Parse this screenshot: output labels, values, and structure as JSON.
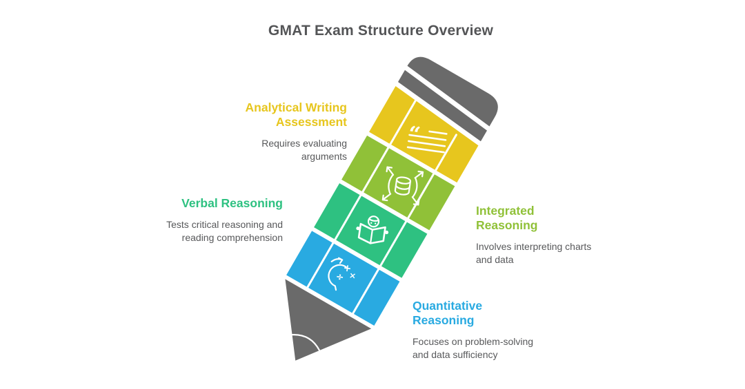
{
  "title": "GMAT Exam Structure Overview",
  "palette": {
    "awa_yellow": "#e7c61e",
    "ir_green": "#90c138",
    "verbal_green": "#2ec181",
    "qr_blue": "#29aae1",
    "pencil_gray": "#6a6a6a",
    "title_text": "#545557",
    "body_text": "#57585a",
    "background": "#ffffff"
  },
  "sections": [
    {
      "id": "awa",
      "label": "Analytical Writing Assessment",
      "description": "Requires evaluating arguments",
      "color": "#e7c61e",
      "icon": "quote-text-icon"
    },
    {
      "id": "integrated",
      "label": "Integrated Reasoning",
      "description": "Involves interpreting charts and data",
      "color": "#90c138",
      "icon": "data-spread-icon"
    },
    {
      "id": "verbal",
      "label": "Verbal Reasoning",
      "description": "Tests critical reasoning and reading comprehension",
      "color": "#2ec181",
      "icon": "reading-person-icon"
    },
    {
      "id": "quant",
      "label": "Quantitative Reasoning",
      "description": "Focuses on problem-solving and data sufficiency",
      "color": "#29aae1",
      "icon": "math-head-icon"
    }
  ],
  "icon_glyphs": {
    "quote": "“",
    "divide": "÷",
    "plus": "+",
    "times": "×"
  }
}
